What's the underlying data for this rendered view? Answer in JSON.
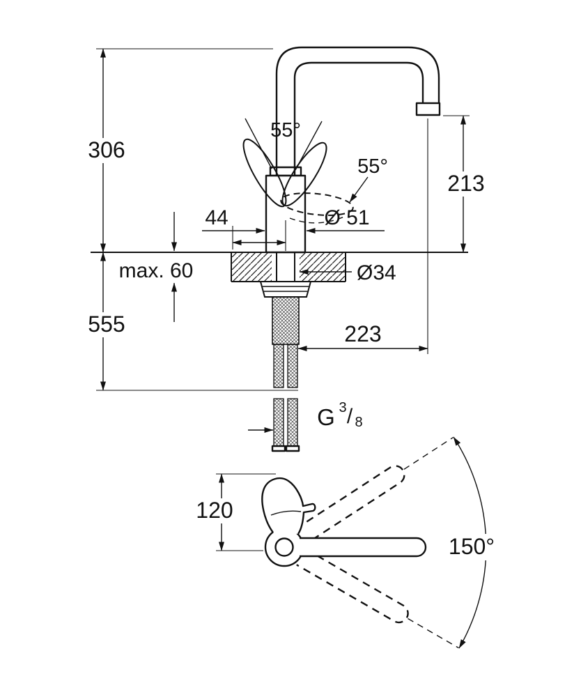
{
  "side_view": {
    "height_above_counter": "306",
    "length_below_counter": "555",
    "max_counter_thickness": "max. 60",
    "handle_angle_a": "55°",
    "handle_angle_b": "55°",
    "outlet_height": "213",
    "base_offset": "44",
    "body_diameter": "Ø 51",
    "hole_diameter": "Ø34",
    "spout_reach": "223",
    "thread": {
      "prefix": "G",
      "numerator": "3",
      "slash": "/",
      "denominator": "8"
    }
  },
  "top_view": {
    "handle_projection": "120",
    "swivel_angle": "150°"
  }
}
